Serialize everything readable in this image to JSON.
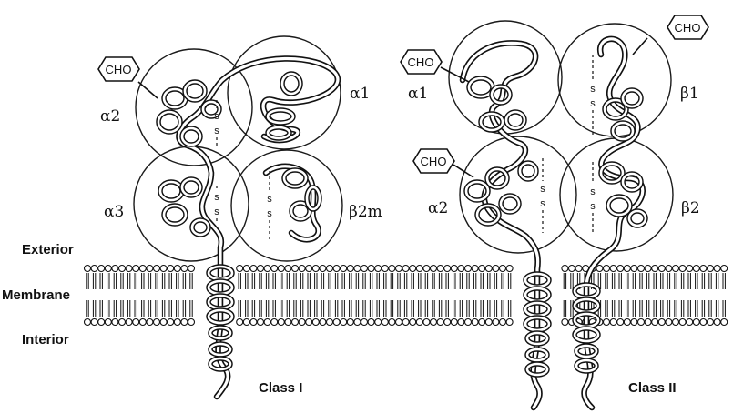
{
  "membrane_labels": {
    "exterior": "Exterior",
    "membrane": "Membrane",
    "interior": "Interior"
  },
  "class_labels": {
    "class_i": "Class I",
    "class_ii": "Class II"
  },
  "domains": {
    "class_i": {
      "alpha1": "α1",
      "alpha2": "α2",
      "alpha3": "α3",
      "beta2m": "β2m"
    },
    "class_ii": {
      "alpha1": "α1",
      "alpha2": "α2",
      "beta1": "β1",
      "beta2": "β2"
    }
  },
  "carbohydrate_label": "CHO",
  "disulfide_letter": "s",
  "colors": {
    "line": "#111111",
    "background": "#ffffff"
  }
}
